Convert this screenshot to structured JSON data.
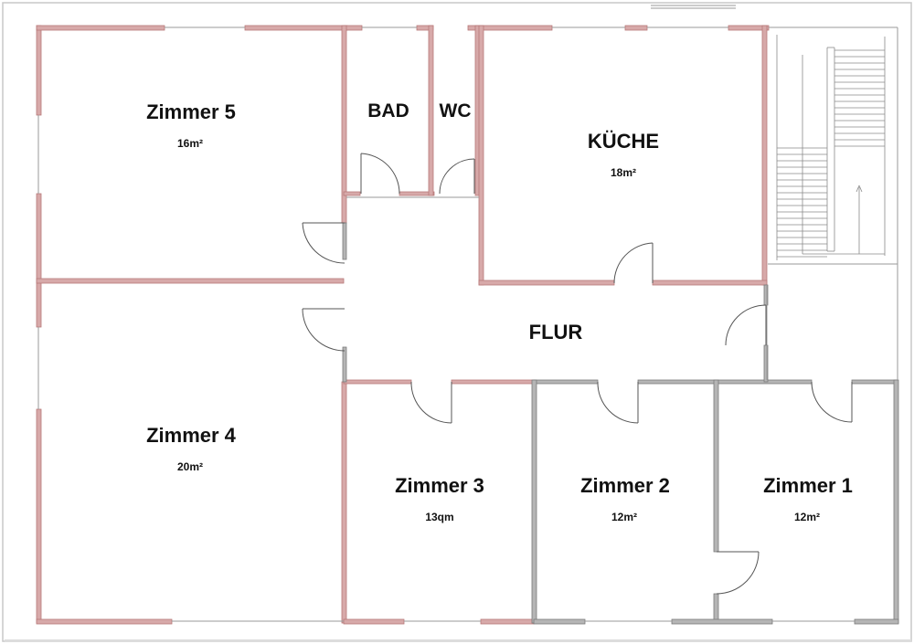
{
  "colors": {
    "wall_pink": "#c98b8b",
    "wall_grey": "#8a8a8a",
    "line": "#9a9a9a",
    "door": "#555555",
    "frame": "#c8c8c8"
  },
  "rooms": {
    "zimmer5": {
      "name": "Zimmer 5",
      "area": "16m²"
    },
    "bad": {
      "name": "BAD"
    },
    "wc": {
      "name": "WC"
    },
    "kueche": {
      "name": "KÜCHE",
      "area": "18m²"
    },
    "flur": {
      "name": "FLUR"
    },
    "zimmer4": {
      "name": "Zimmer 4",
      "area": "20m²"
    },
    "zimmer3": {
      "name": "Zimmer 3",
      "area": "13qm"
    },
    "zimmer2": {
      "name": "Zimmer 2",
      "area": "12m²"
    },
    "zimmer1": {
      "name": "Zimmer 1",
      "area": "12m²"
    }
  }
}
